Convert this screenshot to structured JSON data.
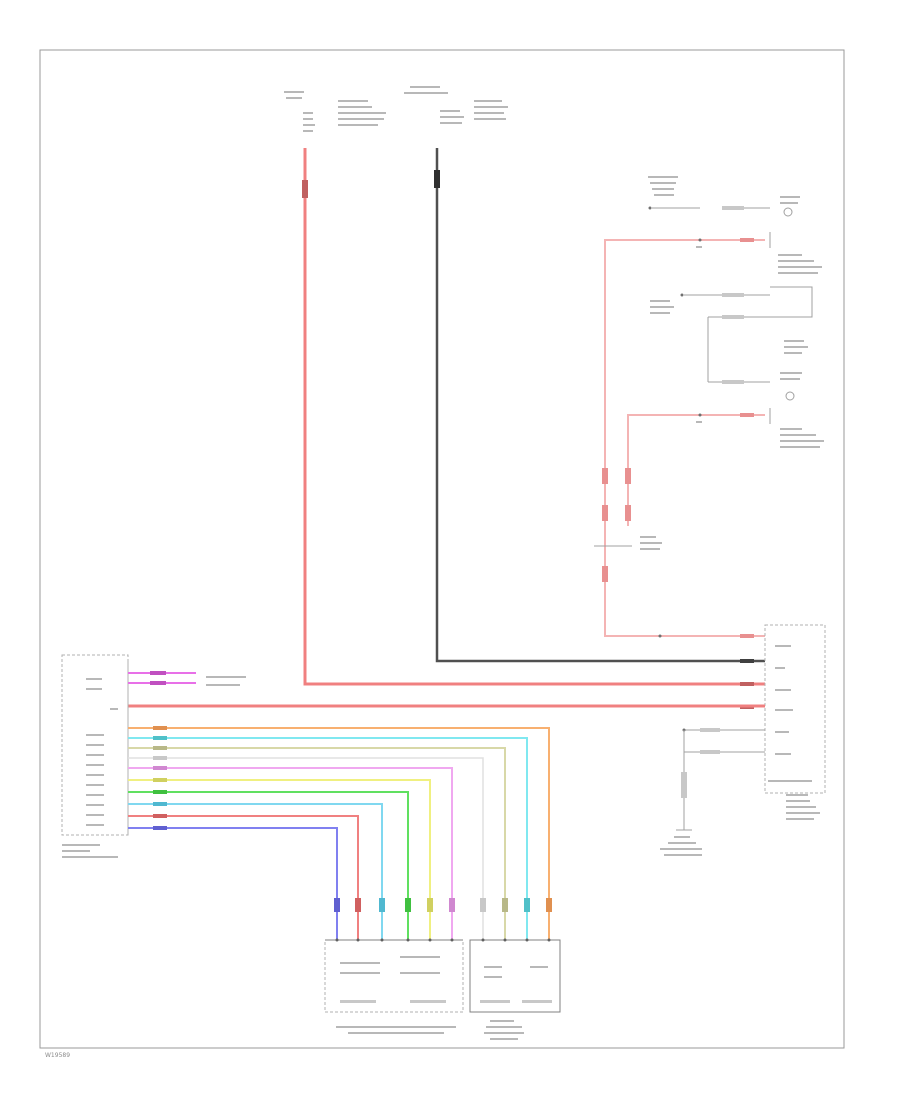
{
  "diagram": {
    "ref_id": "W19589",
    "colors": {
      "frame": "#9a9a9a",
      "red": "#f08080",
      "black": "#505050",
      "pink": "#f4b4b4",
      "magenta": "#e870e8",
      "orange": "#f8b070",
      "cyan": "#80e8f0",
      "tan": "#d8d8a8",
      "violet": "#f0a8f0",
      "yellow": "#f0f080",
      "green": "#60e060",
      "lightblue": "#80d8f0",
      "blue": "#8080f0",
      "gray": "#a0a0a0"
    },
    "wires": [
      {
        "id": "bat-feed",
        "color": "red"
      },
      {
        "id": "ignition-feed",
        "color": "black"
      },
      {
        "id": "loop-supply",
        "color": "pink"
      },
      {
        "id": "ground-return",
        "color": "gray"
      },
      {
        "id": "magenta-pair",
        "color": "magenta"
      },
      {
        "id": "sig-orange",
        "color": "orange"
      },
      {
        "id": "sig-cyan",
        "color": "cyan"
      },
      {
        "id": "sig-tan",
        "color": "tan"
      },
      {
        "id": "sig-violet",
        "color": "violet"
      },
      {
        "id": "sig-yellow",
        "color": "yellow"
      },
      {
        "id": "sig-green",
        "color": "green"
      },
      {
        "id": "sig-lightblue",
        "color": "lightblue"
      },
      {
        "id": "sig-red",
        "color": "red"
      },
      {
        "id": "sig-blue",
        "color": "blue"
      }
    ]
  }
}
